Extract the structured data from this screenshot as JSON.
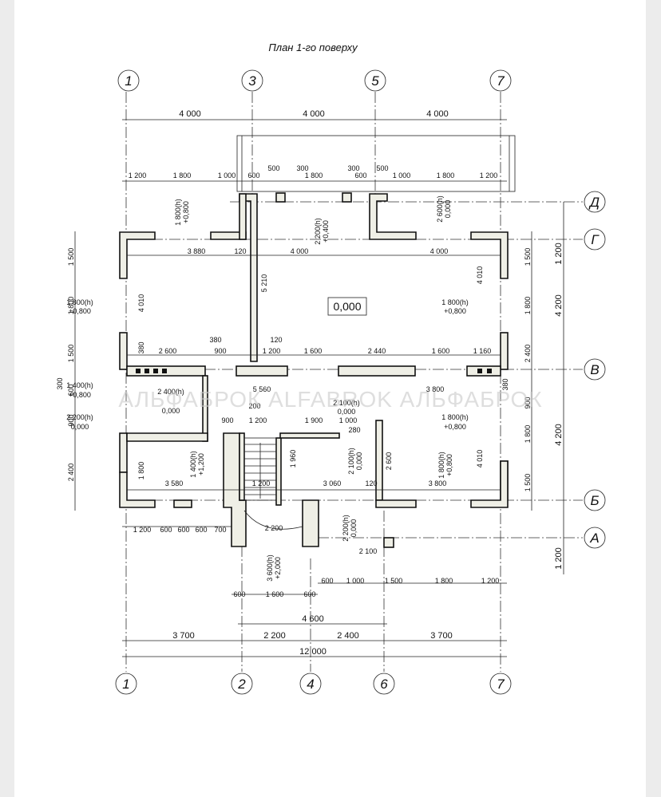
{
  "title": "План 1-го поверху",
  "watermark": "АЛЬФАБРОК ALFABROK АЛЬФАБРОК",
  "axes": {
    "top": [
      "1",
      "3",
      "5",
      "7"
    ],
    "bottom": [
      "1",
      "2",
      "4",
      "6",
      "7"
    ],
    "right": [
      "Д",
      "Г",
      "В",
      "Б",
      "А"
    ]
  },
  "top_dims": {
    "bays": [
      "4 000",
      "4 000",
      "4 000"
    ],
    "detail": [
      "1 200",
      "1 800",
      "1 000",
      "600",
      "500",
      "300",
      "1 800",
      "300",
      "600",
      "500",
      "1 000",
      "1 800",
      "1 200"
    ]
  },
  "bottom_dims": {
    "row1": [
      "1 200",
      "600",
      "600",
      "600",
      "700"
    ],
    "row2": [
      "600",
      "1 000",
      "1 500",
      "1 800",
      "1 200"
    ],
    "row3": [
      "600",
      "1 600",
      "600"
    ],
    "total_mid": "4 600",
    "row4": [
      "3 700",
      "2 200",
      "2 400",
      "3 700"
    ],
    "total": "12 000"
  },
  "left_dims": [
    "1 500",
    "1 800",
    "1 500",
    "600",
    "300",
    "900",
    "2 400"
  ],
  "right_dims": {
    "inner": [
      "1 500",
      "1 800",
      "2 400",
      "380",
      "900",
      "1 800",
      "1 500"
    ],
    "outer": [
      "1 200",
      "4 200",
      "4 200",
      "1 200"
    ]
  },
  "interior": {
    "floor_level": "0,000",
    "rooms": [
      "3 880",
      "120",
      "4 000",
      "4 000",
      "5 210",
      "4 010",
      "4 010",
      "380",
      "2 600",
      "900",
      "380",
      "120",
      "1 200",
      "1 600",
      "2 440",
      "1 600",
      "1 160",
      "5 560",
      "3 800",
      "3 580",
      "1 200",
      "3 060",
      "3 800",
      "2 200",
      "2 100",
      "900",
      "1 900",
      "1 200",
      "1 000",
      "1 800",
      "2 600",
      "4 010",
      "1 960",
      "200",
      "280",
      "120"
    ],
    "openings": [
      {
        "h": "1 800(h)",
        "z": "+0,800"
      },
      {
        "h": "2 200(h)",
        "z": "+0,400"
      },
      {
        "h": "2 600(h)",
        "z": "0,000"
      },
      {
        "h": "1 800(h)",
        "z": "+0,800"
      },
      {
        "h": "1 800(h)",
        "z": "+0,800"
      },
      {
        "h": "1 400(h)",
        "z": "+0,800"
      },
      {
        "h": "2 200(h)",
        "z": "0,000"
      },
      {
        "h": "2 400(h)",
        "z": "0,000"
      },
      {
        "h": "2 100(h)",
        "z": "0,000"
      },
      {
        "h": "1 800(h)",
        "z": "+0,800"
      },
      {
        "h": "1 400(h)",
        "z": "+1,200"
      },
      {
        "h": "2 100(h)",
        "z": "0,000"
      },
      {
        "h": "1 800(h)",
        "z": "+0,800"
      },
      {
        "h": "2 200(h)",
        "z": "0,000"
      },
      {
        "h": "3 600(h)",
        "z": "+2,000"
      }
    ]
  }
}
